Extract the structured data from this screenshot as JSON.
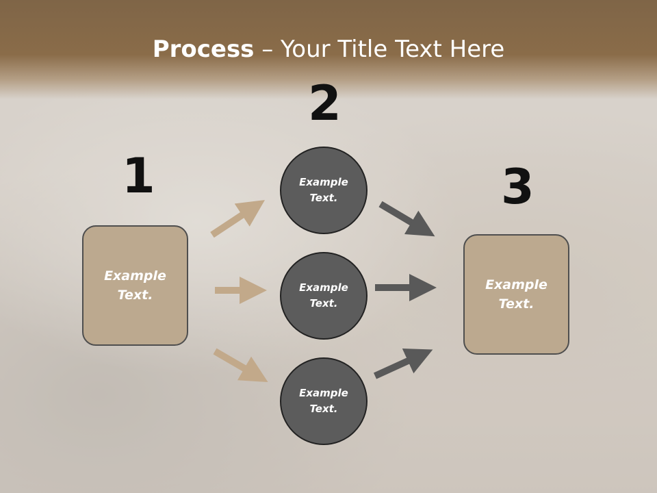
{
  "header": {
    "title_bold": "Process",
    "title_rest": " – Your Title Text Here"
  },
  "steps": {
    "step1_number": "1",
    "step2_number": "2",
    "step3_number": "3"
  },
  "nodes": {
    "left_box": "Example Text.",
    "circle_top": "Example Text.",
    "circle_middle": "Example Text.",
    "circle_bottom": "Example Text.",
    "right_box": "Example Text."
  },
  "colors": {
    "header": "#8a6c49",
    "box_fill": "#bca98f",
    "circle_fill": "#5c5c5c",
    "arrow_tan": "#c2a98a",
    "arrow_dark": "#595959"
  }
}
